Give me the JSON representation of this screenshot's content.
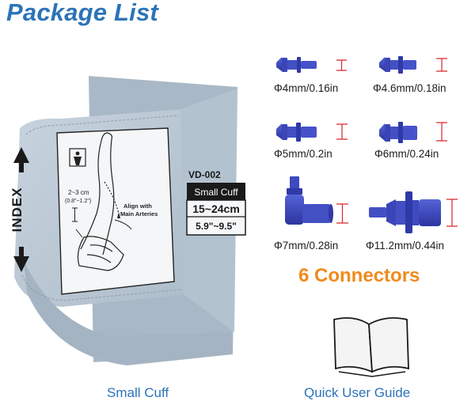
{
  "title": "Package List",
  "cuff": {
    "index_label": "INDEX",
    "model": "VD-002",
    "size_name": "Small Cuff",
    "range_cm": "15~24cm",
    "range_in": "5.9\"~9.5\"",
    "align_text_1": "Align with",
    "align_text_2": "Main Arteries",
    "gap_cm": "2~3 cm",
    "gap_in": "(0.8\"~1.2\")",
    "caption": "Small Cuff"
  },
  "connectors": {
    "count_number": "6",
    "count_label": "Connectors",
    "items": [
      {
        "label": "Φ4mm/0.16in"
      },
      {
        "label": "Φ4.6mm/0.18in"
      },
      {
        "label": "Φ5mm/0.2in"
      },
      {
        "label": "Φ6mm/0.24in"
      },
      {
        "label": "Φ7mm/0.28in"
      },
      {
        "label": "Φ11.2mm/0.44in"
      }
    ]
  },
  "guide": {
    "caption": "Quick User Guide"
  },
  "colors": {
    "title_blue": "#2c73b8",
    "connector_blue": "#3b45b8",
    "marker_red": "#d7262a",
    "accent_orange": "#f08a1c",
    "cuff_fabric": "#bccad7"
  }
}
